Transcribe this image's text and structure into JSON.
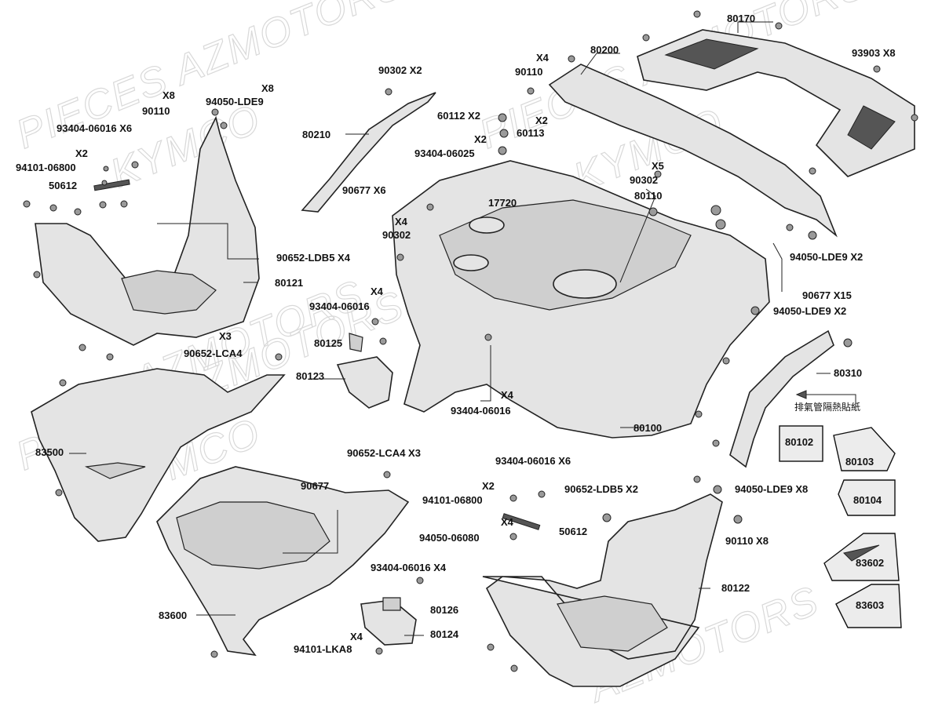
{
  "diagram": {
    "watermarks": [
      "PIECES AZMOTORS",
      "KYMCO",
      "PIECES AZMOTORS",
      "KYMCO",
      "PIECES AZMOTORS",
      "KYMCO",
      "AZMOTORS",
      "AZMOTORS"
    ],
    "callouts": [
      {
        "id": "c80170",
        "text": "80170"
      },
      {
        "id": "c80200",
        "text": "80200"
      },
      {
        "id": "c93903",
        "text": "93903  X8"
      },
      {
        "id": "c90110x4q",
        "text": "X4"
      },
      {
        "id": "c90110a",
        "text": "90110"
      },
      {
        "id": "c90302x2",
        "text": "90302  X2"
      },
      {
        "id": "c60112",
        "text": "60112  X2"
      },
      {
        "id": "c60113x",
        "text": "X2"
      },
      {
        "id": "c60113",
        "text": "60113"
      },
      {
        "id": "c93404_25q",
        "text": "X2"
      },
      {
        "id": "c93404_25",
        "text": "93404-06025"
      },
      {
        "id": "c80210",
        "text": "80210"
      },
      {
        "id": "c90677x6",
        "text": "90677  X6"
      },
      {
        "id": "cx8a",
        "text": "X8"
      },
      {
        "id": "c90110b",
        "text": "90110"
      },
      {
        "id": "c94050a",
        "text": "94050-LDE9"
      },
      {
        "id": "cx8b",
        "text": "X8"
      },
      {
        "id": "c93404_16x6",
        "text": "93404-06016  X6"
      },
      {
        "id": "cx2a",
        "text": "X2"
      },
      {
        "id": "c94101_800a",
        "text": "94101-06800"
      },
      {
        "id": "c50612a",
        "text": "50612"
      },
      {
        "id": "c17720",
        "text": "17720"
      },
      {
        "id": "cx4b",
        "text": "X4"
      },
      {
        "id": "c90302b",
        "text": "90302"
      },
      {
        "id": "cx5",
        "text": "X5"
      },
      {
        "id": "c90302c",
        "text": "90302"
      },
      {
        "id": "c80110",
        "text": "80110"
      },
      {
        "id": "c94050x2a",
        "text": "94050-LDE9  X2"
      },
      {
        "id": "c90652ldb5",
        "text": "90652-LDB5  X4"
      },
      {
        "id": "c80121",
        "text": "80121"
      },
      {
        "id": "c90677x15",
        "text": "90677  X15"
      },
      {
        "id": "c94050x2b",
        "text": "94050-LDE9  X2"
      },
      {
        "id": "cx4c",
        "text": "X4"
      },
      {
        "id": "c93404_16b",
        "text": "93404-06016"
      },
      {
        "id": "c80125",
        "text": "80125"
      },
      {
        "id": "cx3",
        "text": "X3"
      },
      {
        "id": "c90652lca4",
        "text": "90652-LCA4"
      },
      {
        "id": "c80123",
        "text": "80123"
      },
      {
        "id": "cx4d",
        "text": "X4"
      },
      {
        "id": "c93404_16c",
        "text": "93404-06016"
      },
      {
        "id": "c80310",
        "text": "80310"
      },
      {
        "id": "ccjk",
        "text": "排氣管隔熱貼紙"
      },
      {
        "id": "c80100",
        "text": "80100"
      },
      {
        "id": "c83500",
        "text": "83500"
      },
      {
        "id": "c90652lca4x3",
        "text": "90652-LCA4  X3"
      },
      {
        "id": "c93404_16x6b",
        "text": "93404-06016  X6"
      },
      {
        "id": "c90677b",
        "text": "90677"
      },
      {
        "id": "cx2b",
        "text": "X2"
      },
      {
        "id": "c94101_800b",
        "text": "94101-06800"
      },
      {
        "id": "c90652ldb5x2",
        "text": "90652-LDB5  X2"
      },
      {
        "id": "c94050x8",
        "text": "94050-LDE9  X8"
      },
      {
        "id": "cx4e",
        "text": "X4"
      },
      {
        "id": "c94050_080",
        "text": "94050-06080"
      },
      {
        "id": "c50612b",
        "text": "50612"
      },
      {
        "id": "c90110x8",
        "text": "90110   X8"
      },
      {
        "id": "c93404_16x4",
        "text": "93404-06016  X4"
      },
      {
        "id": "c80122",
        "text": "80122"
      },
      {
        "id": "c83600",
        "text": "83600"
      },
      {
        "id": "c80126",
        "text": "80126"
      },
      {
        "id": "cx4f",
        "text": "X4"
      },
      {
        "id": "c80124",
        "text": "80124"
      },
      {
        "id": "c94101_lka8",
        "text": "94101-LKA8"
      }
    ],
    "stickers": [
      {
        "id": "s80102",
        "text": "80102"
      },
      {
        "id": "s80103",
        "text": "80103"
      },
      {
        "id": "s80104",
        "text": "80104"
      },
      {
        "id": "s83602",
        "text": "83602"
      },
      {
        "id": "s83603",
        "text": "83603"
      }
    ]
  }
}
